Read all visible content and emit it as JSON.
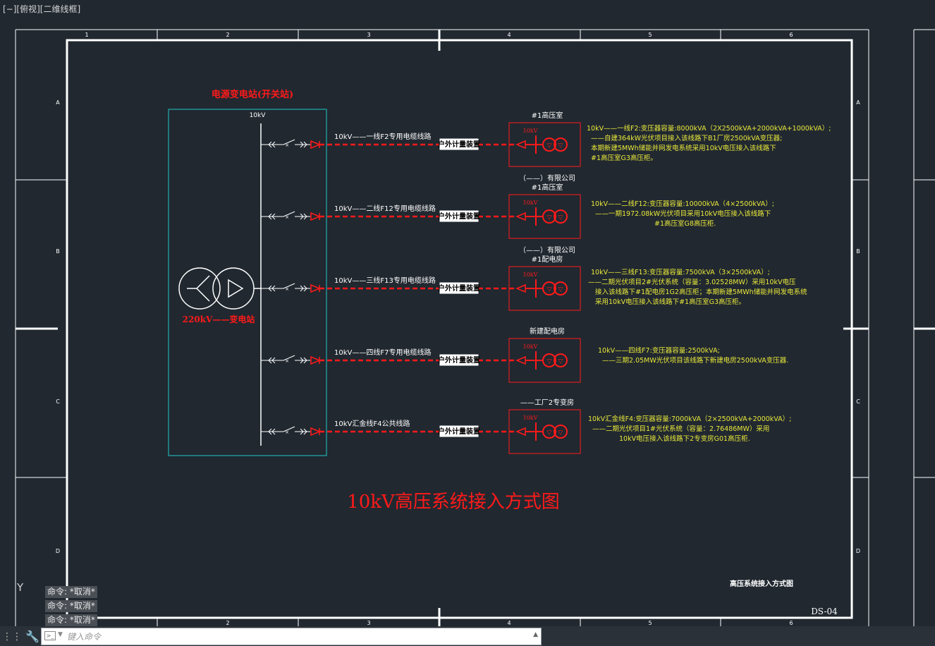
{
  "viewport_label": "[−][俯视][二维线框]",
  "border": {
    "columns": [
      "1",
      "2",
      "3",
      "4",
      "5",
      "6"
    ],
    "rows": [
      "A",
      "B",
      "C",
      "D"
    ]
  },
  "substation": {
    "title": "电源变电站(开关站)",
    "bus_label": "10kV",
    "transformer_label": "220kV——变电站"
  },
  "meter_label": "户外计量装置",
  "feeders": [
    {
      "line": "10kV——一线F2专用电缆线路",
      "room_label": [
        "#1高压室"
      ],
      "trans_label": "10kV",
      "desc": [
        "10kV——一线F2:变压器容量:8000kVA（2X2500kVA+2000kVA+1000kVA）;",
        "——自建364kW光伏项目接入该线路下B1厂房2500kVA变压器;",
        "本期新建5MWh储能并网发电系统采用10kV电压接入该线路下",
        "#1高压室G3高压柜。"
      ]
    },
    {
      "line": "10kV——二线F12专用电缆线路",
      "room_label": [
        "（——）有限公司",
        "#1高压室"
      ],
      "trans_label": "10kV",
      "desc": [
        "10kV——二线F12:变压器容量:10000kVA（4×2500kVA）;",
        "——一期1972.08kW光伏项目采用10kV电压接入该线路下",
        "#1高压室G8高压柜."
      ]
    },
    {
      "line": "10kV——三线F13专用电缆线路",
      "room_label": [
        "（——）有限公司",
        "#1配电房"
      ],
      "trans_label": "10kV",
      "desc": [
        "10kV——三线F13:变压器容量:7500kVA（3×2500kVA）;",
        "——二期光伏项目2#光伏系统（容量：3.02528MW）采用10kV电压",
        "接入该线路下#1配电房1G2高压柜；本期新建5MWh储能并网发电系统",
        "采用10kV电压接入该线路下#1高压室G3高压柜。"
      ]
    },
    {
      "line": "10kV——四线F7专用电缆线路",
      "room_label": [
        "新建配电房"
      ],
      "trans_label": "10kV",
      "desc": [
        "10kV——四线F7:变压器容量:2500kVA;",
        "——三期2.05MW光伏项目该线路下新建电房2500kVA变压器."
      ]
    },
    {
      "line": "10kV汇金线F4公共线路",
      "room_label": [
        "——工厂2专变房"
      ],
      "trans_label": "10kV",
      "desc": [
        "10kV汇金线F4:变压器容量:7000kVA（2×2500kVA+2000kVA）;",
        "——二期光伏项目1#光伏系统（容量：2.76486MW）采用",
        "10kV电压接入该线路下2专变房G01高压柜."
      ]
    }
  ],
  "main_title": "10kV高压系统接入方式图",
  "title_block": {
    "name": "高压系统接入方式图",
    "number": "DS-04"
  },
  "axis_label": "Y",
  "command_history": [
    "命令: *取消*",
    "命令: *取消*",
    "命令: *取消*"
  ],
  "command_input": {
    "placeholder": "键入命令"
  },
  "colors": {
    "background": "#212830",
    "frame": "#ffffff",
    "red": "#ff1a1a",
    "cyan": "#1fc9c9",
    "yellow": "#e9e93a"
  }
}
